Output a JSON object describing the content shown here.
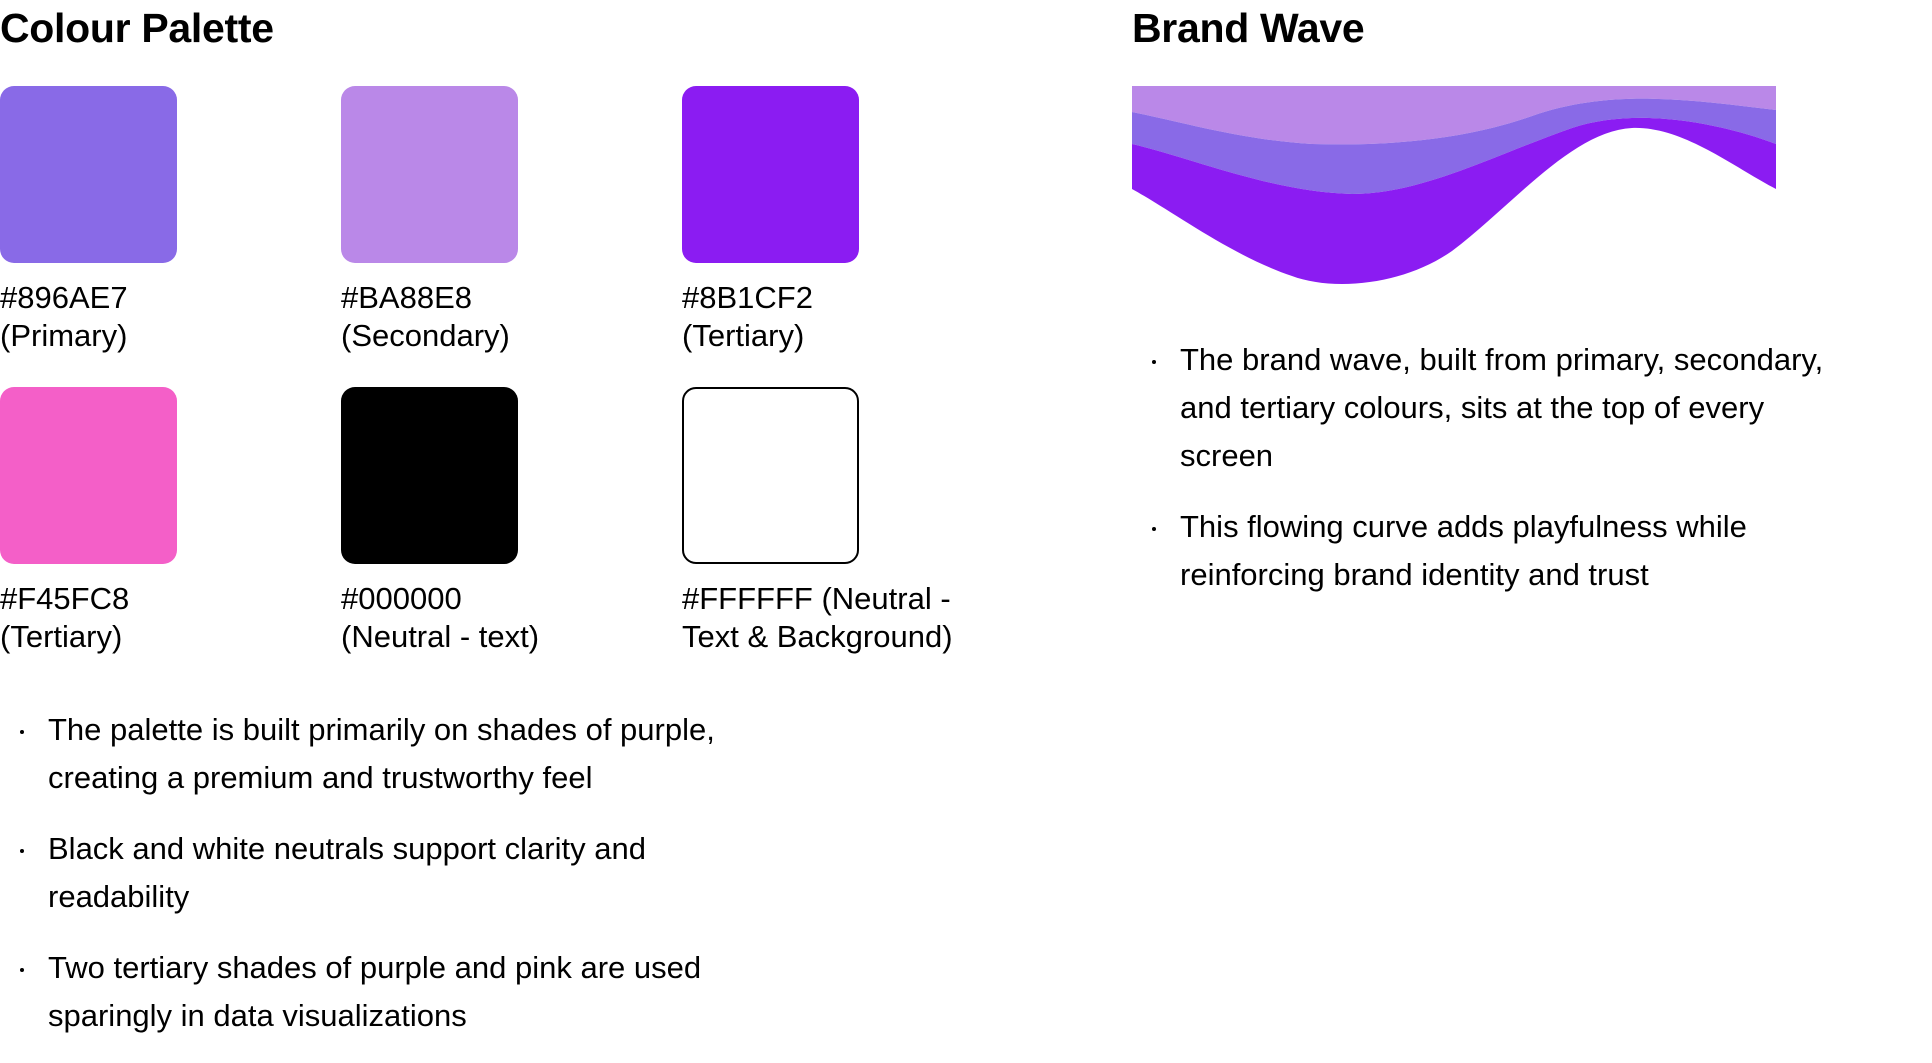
{
  "palette": {
    "title": "Colour Palette",
    "swatches": [
      {
        "hex": "#896AE7",
        "role": "(Primary)",
        "color": "#896AE7"
      },
      {
        "hex": "#BA88E8",
        "role": "(Secondary)",
        "color": "#BA88E8"
      },
      {
        "hex": "#8B1CF2",
        "role": "(Tertiary)",
        "color": "#8B1CF2"
      },
      {
        "hex": "#F45FC8",
        "role": "(Tertiary)",
        "color": "#F45FC8"
      },
      {
        "hex": "#000000",
        "role": "(Neutral - text)",
        "color": "#000000"
      },
      {
        "hex": "#FFFFFF (Neutral -",
        "role": "Text & Background)",
        "color": "#FFFFFF"
      }
    ],
    "bullets": [
      {
        "line1": "The palette is built primarily on shades of purple,",
        "line2": "creating a premium and trustworthy feel"
      },
      {
        "line1": "Black and white neutrals support clarity and",
        "line2": "readability"
      },
      {
        "line1": "Two tertiary shades of purple and pink are used",
        "line2": "sparingly in data visualizations"
      }
    ]
  },
  "wave": {
    "title": "Brand Wave",
    "colors": {
      "secondary": "#BA88E8",
      "primary": "#896AE7",
      "tertiary": "#8B1CF2"
    },
    "bullets": [
      {
        "line1": "The brand wave, built from primary, secondary,",
        "line2": "and tertiary colours, sits at the top of every",
        "line3": "screen"
      },
      {
        "line1": "This flowing curve adds playfulness while",
        "line2": "reinforcing brand identity and trust"
      }
    ]
  }
}
